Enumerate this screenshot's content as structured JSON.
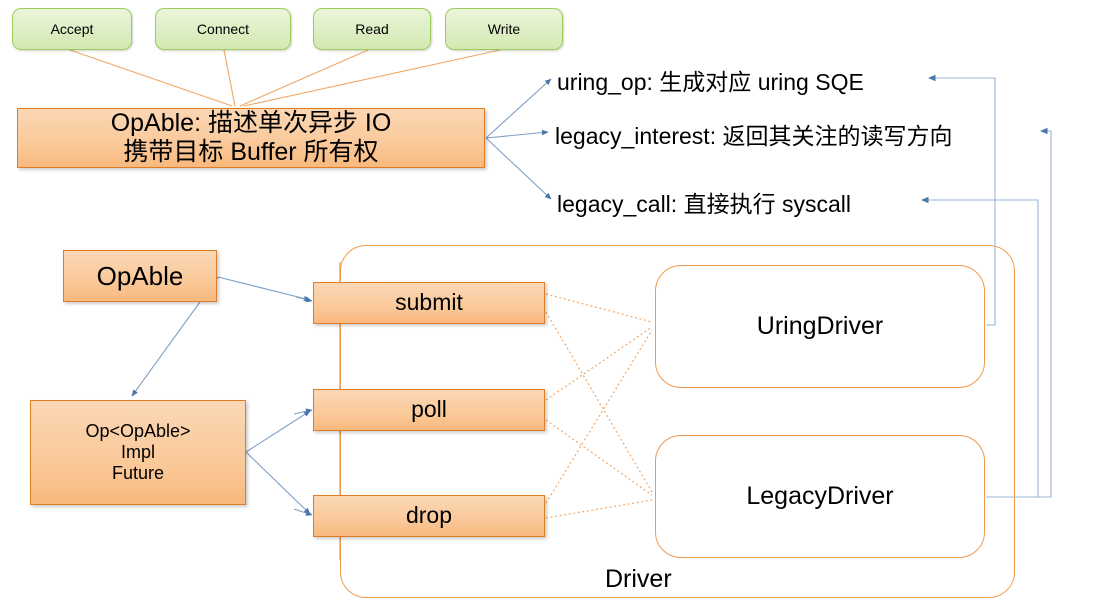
{
  "diagram": {
    "title": "OpAble / Op / Driver architecture diagram",
    "colors": {
      "green_fill": "#ddeec4",
      "green_border": "#9ccb5c",
      "orange_fill": "#fac99a",
      "orange_border": "#e07b26",
      "outline_orange": "#ef9b4e",
      "connector_blue": "#7f9fc4",
      "connector_orange": "#f0a868",
      "text": "#000000",
      "background": "#ffffff"
    }
  },
  "op_kinds": [
    {
      "label": "Accept"
    },
    {
      "label": "Connect"
    },
    {
      "label": "Read"
    },
    {
      "label": "Write"
    }
  ],
  "opable_header": {
    "line1": "OpAble: 描述单次异步 IO",
    "line2": "携带目标 Buffer 所有权"
  },
  "trait_methods": [
    {
      "label": "uring_op: 生成对应 uring SQE"
    },
    {
      "label": "legacy_interest: 返回其关注的读写方向"
    },
    {
      "label": "legacy_call: 直接执行 syscall"
    }
  ],
  "left_nodes": {
    "opable": "OpAble",
    "op_impl": {
      "line1": "Op<OpAble>",
      "line2": "Impl",
      "line3": "Future"
    }
  },
  "methods": [
    {
      "label": "submit"
    },
    {
      "label": "poll"
    },
    {
      "label": "drop"
    }
  ],
  "driver": {
    "caption": "Driver",
    "implementations": [
      {
        "label": "UringDriver"
      },
      {
        "label": "LegacyDriver"
      }
    ]
  }
}
